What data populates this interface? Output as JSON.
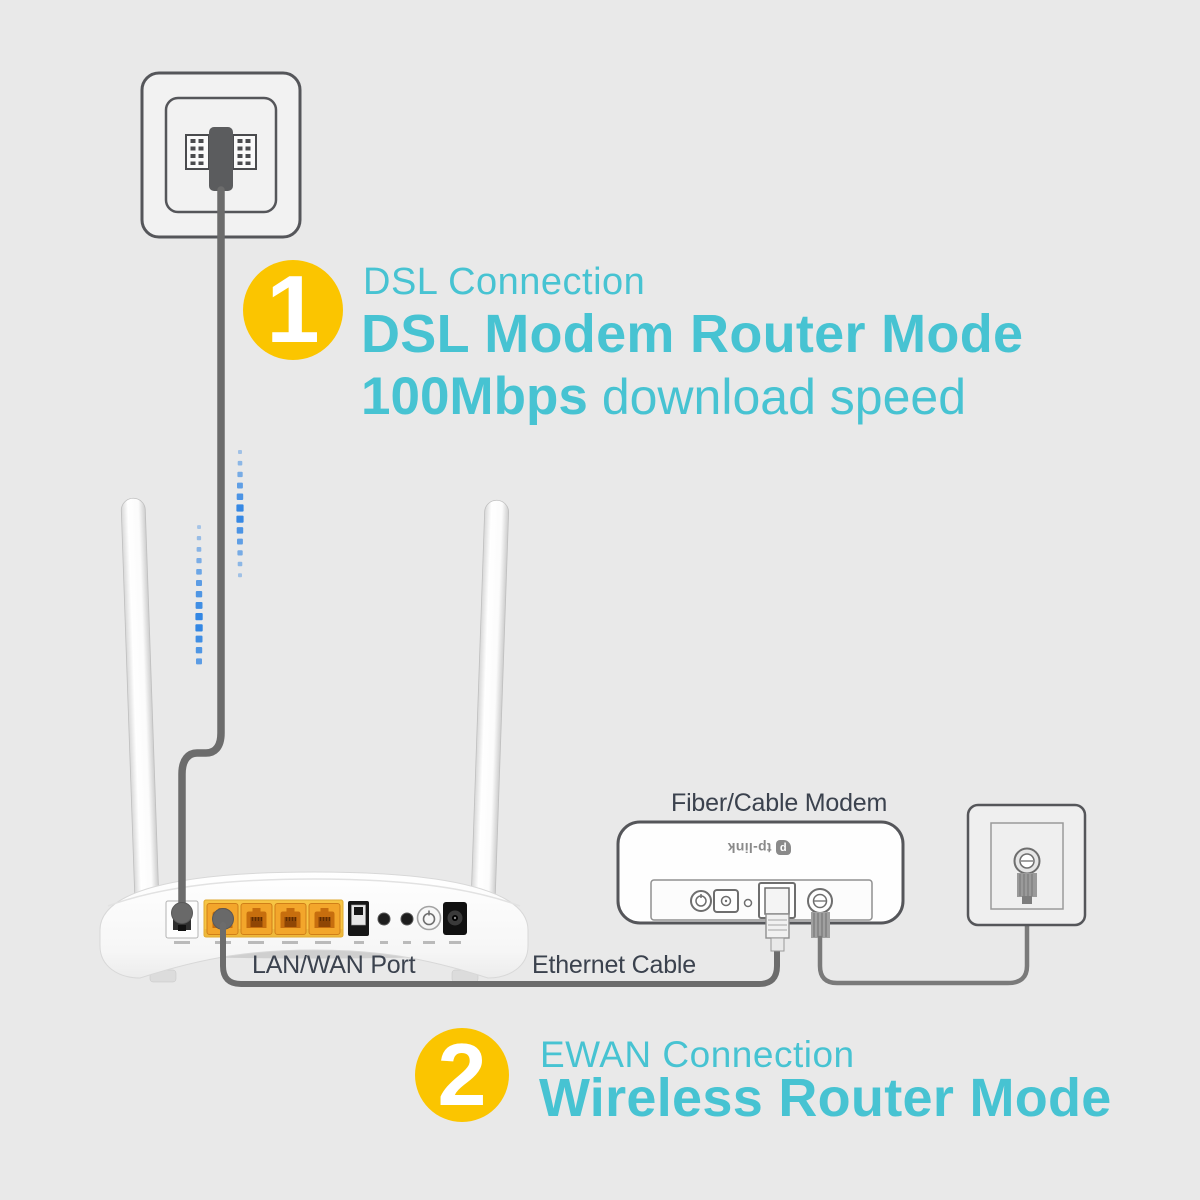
{
  "colors": {
    "background": "#E9E9E9",
    "accent_teal": "#47C3D2",
    "accent_yellow": "#FBC500",
    "label_dark": "#3B424E",
    "signal_blue": "#2B82E3",
    "cable_gray": "#6C6C6C",
    "outline_gray": "#55565A",
    "lan_panel_yellow": "#F7C544",
    "lan_port_orange": "#EE951F"
  },
  "step1": {
    "number": "1",
    "title": "DSL Connection",
    "mode": "DSL Modem Router Mode",
    "speed_value": "100Mbps",
    "speed_suffix": "download speed"
  },
  "step2": {
    "number": "2",
    "title": "EWAN Connection",
    "mode": "Wireless Router Mode"
  },
  "labels": {
    "lan_wan_port": "LAN/WAN Port",
    "ethernet_cable": "Ethernet Cable",
    "fiber_cable_modem": "Fiber/Cable Modem"
  },
  "modem": {
    "brand": "tp-link",
    "brand_mark": "p"
  },
  "icons": [
    "dsl-wall-jack-icon",
    "coax-wall-outlet-icon",
    "dsl-signal-dots",
    "router-back-panel",
    "modem-back-panel"
  ]
}
